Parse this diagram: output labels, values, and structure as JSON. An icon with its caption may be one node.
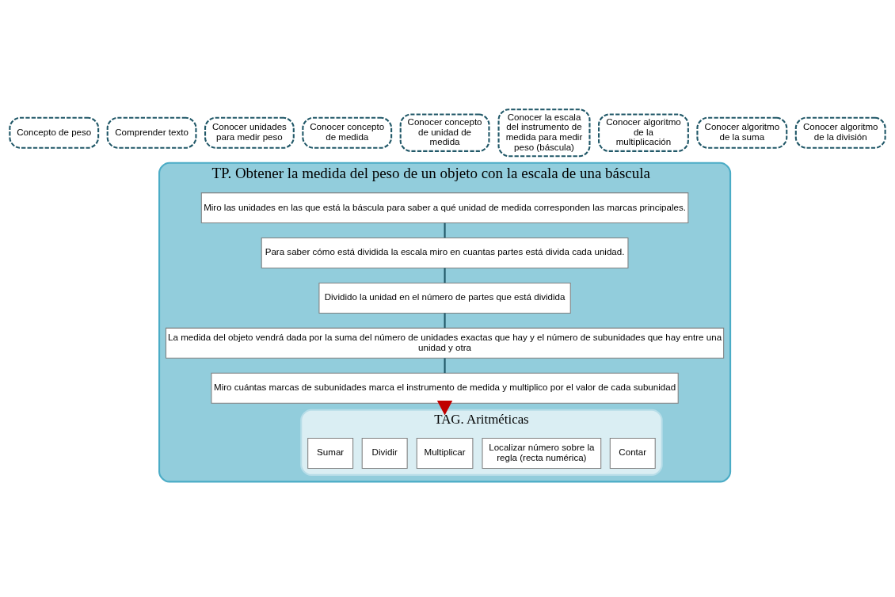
{
  "diagram": {
    "nodes": [
      {
        "text": [
          "Concepto de peso"
        ]
      },
      {
        "text": [
          "Comprender texto"
        ]
      },
      {
        "text": [
          "Conocer unidades para medir peso"
        ]
      },
      {
        "text": [
          "Conocer concepto de medida"
        ]
      },
      {
        "text": [
          "Conocer concepto de unidad de medida"
        ]
      },
      {
        "text": [
          "Conocer la escala del instrumento de medida para medir peso (báscula)"
        ]
      },
      {
        "text": [
          "Conocer algoritmo de la multiplicación"
        ]
      },
      {
        "text": [
          "Conocer algoritmo de la suma"
        ]
      },
      {
        "text": [
          "Conocer algoritmo de la división"
        ]
      },
      {
        "text": [
          "TP. Obtener la medida del peso de un objeto con la escala de una báscula"
        ]
      },
      {
        "text": [
          "Miro las unidades en las que está la báscula para saber a qué unidad de medida corresponden las marcas principales."
        ],
        "in": 9
      },
      {
        "text": [
          "Para saber cómo está dividida la escala miro en cuantas partes está divida cada unidad."
        ],
        "in": 9
      },
      {
        "text": [
          "Dividido la unidad en el número de partes que está dividida"
        ],
        "in": 9
      },
      {
        "text": [
          "La medida del objeto vendrá dada por la suma del número de unidades exactas que hay y el número de subunidades que hay entre una unidad y otra"
        ],
        "in": 9
      },
      {
        "text": [
          "Miro cuántas marcas de subunidades marca el instrumento de medida y multiplico por el valor de cada subunidad"
        ],
        "in": 9
      },
      {
        "text": [
          "TAG. Aritméticas"
        ],
        "in": 9
      },
      {
        "text": [
          "Contar"
        ],
        "in": 15
      },
      {
        "text": [
          "Localizar número sobre la regla (recta numérica)"
        ],
        "in": 15
      },
      {
        "text": [
          "Multiplicar"
        ],
        "in": 15
      },
      {
        "text": [
          "Dividir"
        ],
        "in": 15
      },
      {
        "text": [
          "Sumar"
        ],
        "in": 15
      }
    ],
    "edges": [
      {
        "from": 10,
        "to": 11,
        "arrow": "none"
      },
      {
        "from": 11,
        "to": 12,
        "arrow": "none"
      },
      {
        "from": 12,
        "to": 13,
        "arrow": "none"
      },
      {
        "from": 13,
        "to": 14,
        "arrow": "none"
      },
      {
        "from": 14,
        "to": 15,
        "arrow": "to",
        "style": "thick",
        "color": "#c00000"
      }
    ]
  }
}
